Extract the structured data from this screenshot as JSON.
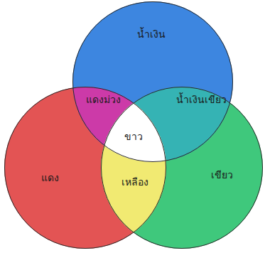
{
  "diagram": {
    "nodes": [
      {
        "text": [
          "น้ำเงิน"
        ]
      },
      {
        "text": [
          "แดงม่วง"
        ]
      },
      {
        "text": [
          "น้ำเงินเขียว"
        ]
      },
      {
        "text": [
          "ขาว"
        ]
      },
      {
        "text": [
          "แดง"
        ]
      },
      {
        "text": [
          "เหลือง"
        ]
      },
      {
        "text": [
          "เขียว"
        ]
      }
    ]
  }
}
